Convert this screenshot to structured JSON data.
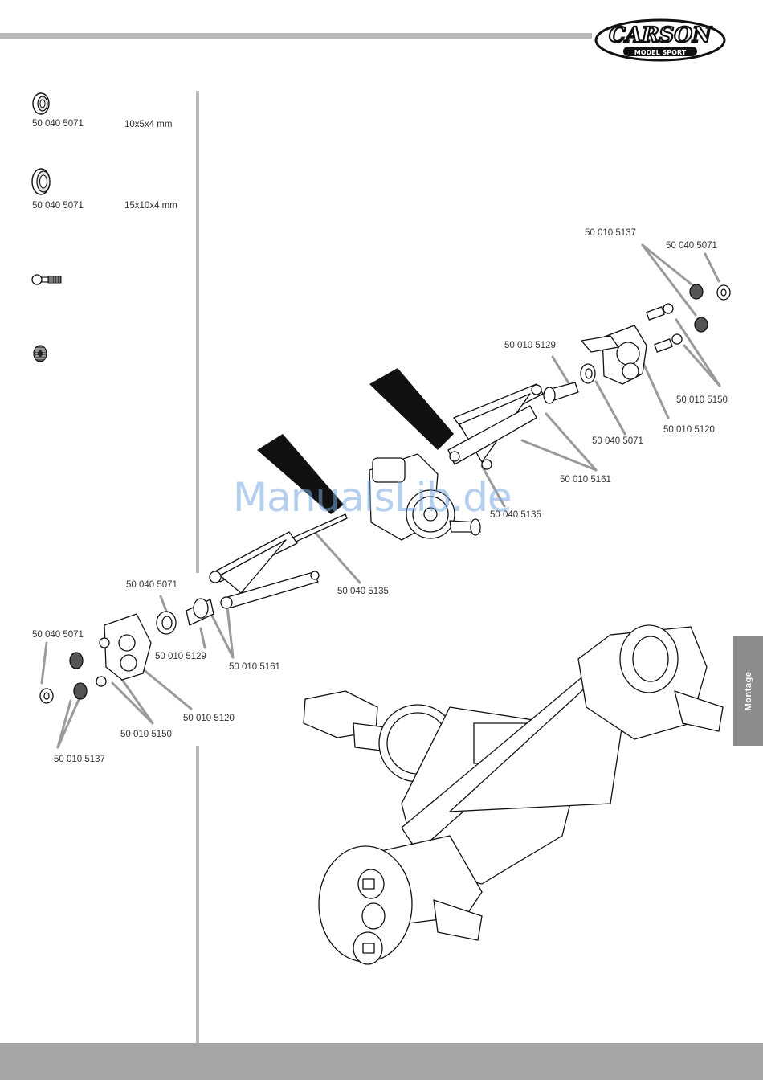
{
  "brand": {
    "logo_text": "CARSON",
    "logo_subtext": "MODEL SPORT"
  },
  "side_tab": {
    "label": "Montage"
  },
  "legend": [
    {
      "icon": "bearing-small-icon",
      "part": "50 040 5071",
      "size": "10x5x4 mm"
    },
    {
      "icon": "bearing-large-icon",
      "part": "50 040 5071",
      "size": "15x10x4 mm"
    },
    {
      "icon": "ball-stud-icon"
    },
    {
      "icon": "grub-screw-icon"
    }
  ],
  "callouts": {
    "c1": "50 010 5137",
    "c2": "50 040 5071",
    "c3": "50 010 5129",
    "c4": "50 010 5150",
    "c5": "50 040 5071",
    "c6": "50 010 5120",
    "c7": "50 010 5161",
    "c8": "50 040 5135",
    "c9": "50 040 5135",
    "c10": "50 040 5071",
    "c11": "50 040 5071",
    "c12": "50 010 5129",
    "c13": "50 010 5161",
    "c14": "50 010 5120",
    "c15": "50 010 5150",
    "c16": "50 010 5137"
  },
  "watermark": "ManualsLib.de"
}
